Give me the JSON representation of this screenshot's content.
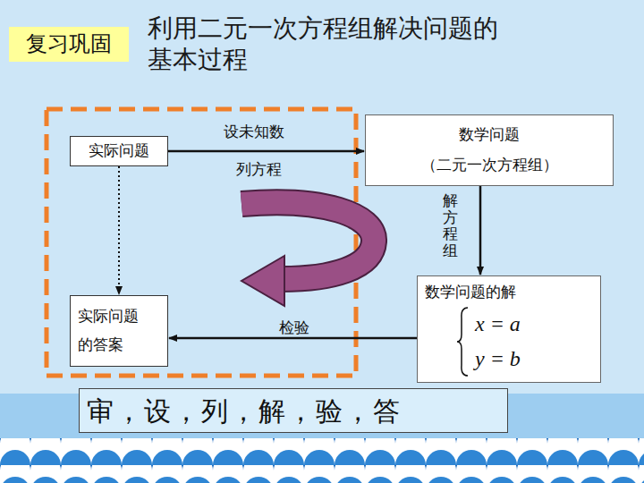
{
  "diagram": {
    "title": "利用二元一次方程组解决问题的基本过程",
    "nodes": [
      {
        "text": [
          "复习巩固"
        ]
      },
      {
        "text": [
          "实际问题"
        ]
      },
      {
        "text": [
          "数学问题",
          "（二元一次方程组）"
        ]
      },
      {
        "text": [
          "数学问题的解",
          "x = a",
          "y = b"
        ]
      },
      {
        "text": [
          "实际问题的答案"
        ]
      },
      {
        "text": [
          "审，设，列，解，验，答"
        ]
      }
    ],
    "edges": [
      {
        "from": 1,
        "to": 2,
        "arrow": "to",
        "label": "设未知数"
      },
      {
        "from": 2,
        "to": 3,
        "arrow": "to",
        "label": "解方程组"
      },
      {
        "from": 3,
        "to": 4,
        "arrow": "to",
        "label": "检验"
      },
      {
        "from": 1,
        "to": 4,
        "arrow": "to"
      }
    ],
    "labels": [
      "列方程"
    ]
  }
}
